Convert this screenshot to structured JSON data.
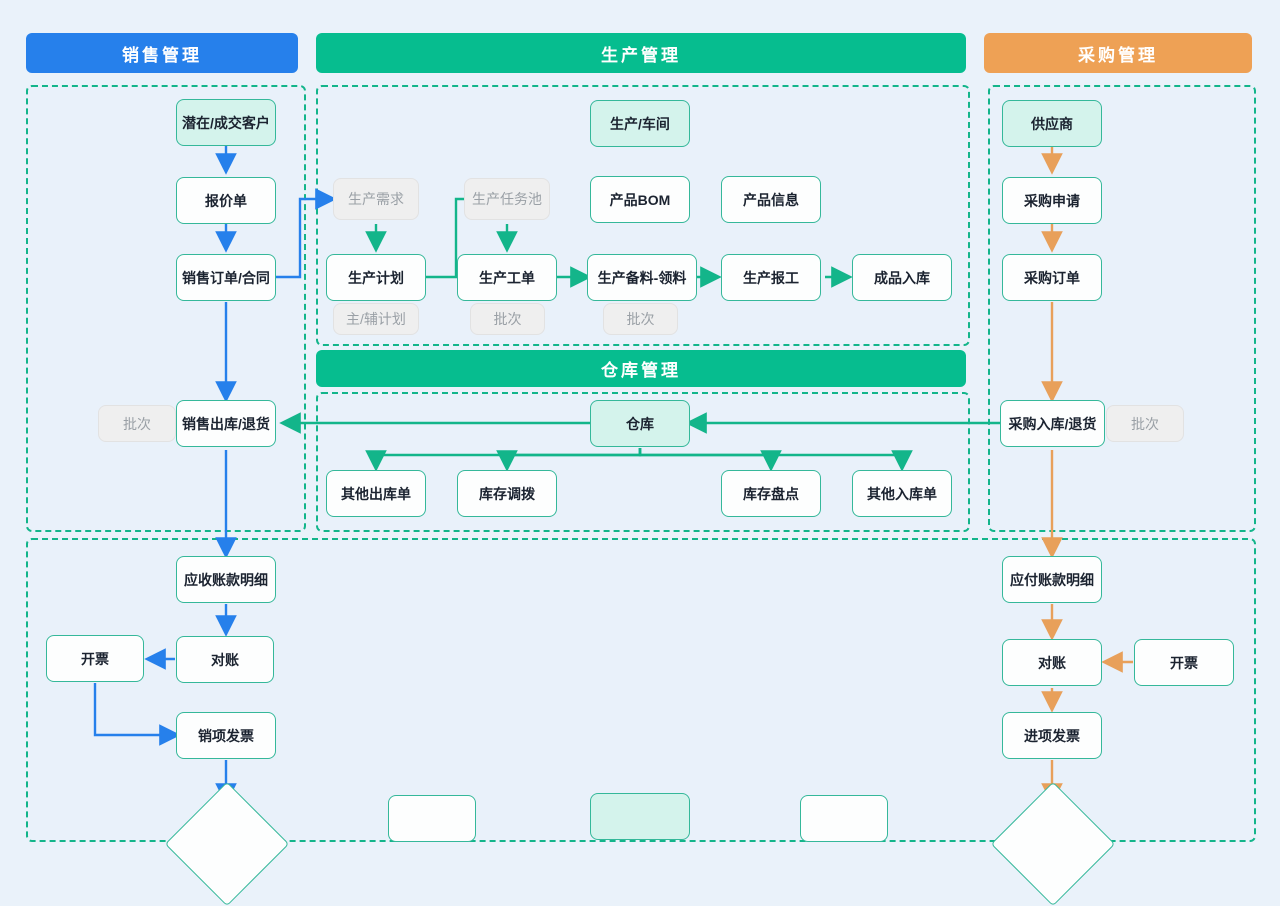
{
  "palette": {
    "background": "#eaf2fa",
    "sales_blue": "#2680eb",
    "production_green": "#06bd8f",
    "purchase_orange": "#eea155",
    "warehouse_green": "#06bd8f",
    "node_border": "#35b89a",
    "node_accent_fill": "#d4f3ec",
    "muted_fill": "#efefef",
    "muted_text": "#9aa0a6",
    "group_dash": "#13b58a",
    "arrow_blue": "#2680eb",
    "arrow_green": "#13b58a",
    "arrow_orange": "#e8a05a"
  },
  "banners": {
    "sales": "销售管理",
    "production": "生产管理",
    "purchase": "采购管理",
    "warehouse": "仓库管理"
  },
  "sales": {
    "nodes": [
      {
        "label": "潜在/成交客户",
        "style": "accent"
      },
      {
        "label": "报价单",
        "style": "plain"
      },
      {
        "label": "销售订单/合同",
        "style": "plain"
      },
      {
        "label": "批次",
        "style": "muted"
      },
      {
        "label": "销售出库/退货",
        "style": "plain"
      }
    ]
  },
  "production": {
    "nodes": [
      {
        "label": "生产/车间",
        "style": "accent"
      },
      {
        "label": "生产需求",
        "style": "muted"
      },
      {
        "label": "生产任务池",
        "style": "muted"
      },
      {
        "label": "产品BOM",
        "style": "plain"
      },
      {
        "label": "产品信息",
        "style": "plain"
      },
      {
        "label": "生产计划",
        "style": "plain"
      },
      {
        "label": "生产工单",
        "style": "plain"
      },
      {
        "label": "生产备料-领料",
        "style": "plain"
      },
      {
        "label": "生产报工",
        "style": "plain"
      },
      {
        "label": "成品入库",
        "style": "plain"
      },
      {
        "label": "主/辅计划",
        "style": "muted"
      },
      {
        "label": "批次",
        "style": "muted"
      },
      {
        "label": "批次",
        "style": "muted"
      }
    ]
  },
  "purchase": {
    "nodes": [
      {
        "label": "供应商",
        "style": "accent"
      },
      {
        "label": "采购申请",
        "style": "plain"
      },
      {
        "label": "采购订单",
        "style": "plain"
      },
      {
        "label": "采购入库/退货",
        "style": "plain"
      },
      {
        "label": "批次",
        "style": "muted"
      }
    ]
  },
  "warehouse": {
    "nodes": [
      {
        "label": "仓库",
        "style": "accent"
      },
      {
        "label": "其他出库单",
        "style": "plain"
      },
      {
        "label": "库存调拨",
        "style": "plain"
      },
      {
        "label": "库存盘点",
        "style": "plain"
      },
      {
        "label": "其他入库单",
        "style": "plain"
      }
    ]
  },
  "finance_receivable": {
    "nodes": [
      {
        "label": "应收账款明细",
        "style": "plain"
      },
      {
        "label": "开票",
        "style": "plain"
      },
      {
        "label": "对账",
        "style": "plain"
      },
      {
        "label": "销项发票",
        "style": "plain"
      }
    ]
  },
  "finance_payable": {
    "nodes": [
      {
        "label": "应付账款明细",
        "style": "plain"
      },
      {
        "label": "对账",
        "style": "plain"
      },
      {
        "label": "开票",
        "style": "plain"
      },
      {
        "label": "进项发票",
        "style": "plain"
      }
    ]
  }
}
